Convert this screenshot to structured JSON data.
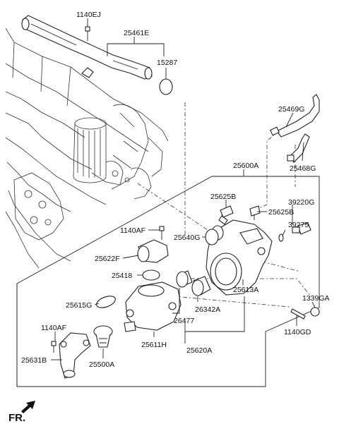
{
  "labels": {
    "p1140EJ": "1140EJ",
    "p25461E": "25461E",
    "p15287": "15287",
    "p25469G": "25469G",
    "p25468G": "25468G",
    "p25600A": "25600A",
    "p25625B_a": "25625B",
    "p39220G": "39220G",
    "p25625B_b": "25625B",
    "p1140AF_a": "1140AF",
    "p39275": "39275",
    "p25640G": "25640G",
    "p25622F": "25622F",
    "p25418": "25418",
    "p25613A": "25613A",
    "p25615G": "25615G",
    "p26342A": "26342A",
    "p1339GA": "1339GA",
    "p26477": "26477",
    "p1140AF_b": "1140AF",
    "p1140GD": "1140GD",
    "p25611H": "25611H",
    "p25620A": "25620A",
    "p25631B": "25631B",
    "p25500A": "25500A"
  },
  "front_marker": "FR."
}
